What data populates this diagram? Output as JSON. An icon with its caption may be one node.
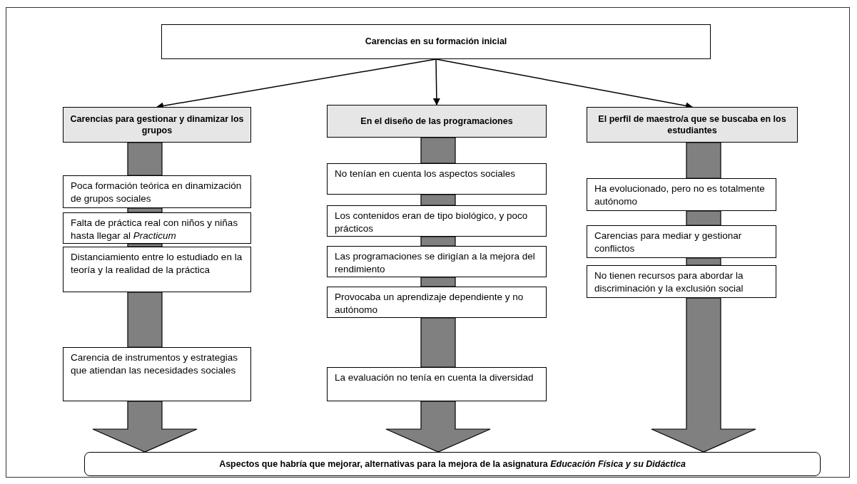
{
  "diagram": {
    "nodes": [
      {
        "text": [
          "Carencias en su formación inicial"
        ]
      },
      {
        "text": [
          "Carencias para gestionar y dinamizar los grupos"
        ]
      },
      {
        "text": [
          "En el diseño de las programaciones"
        ]
      },
      {
        "text": [
          "El perfil de maestro/a que se buscaba en los estudiantes"
        ]
      },
      {
        "text": [
          "Poca formación teórica en dinamización de grupos sociales"
        ]
      },
      {
        "text": [
          "Falta de práctica real con niños y niñas hasta llegar al *Practicum*"
        ]
      },
      {
        "text": [
          "Distanciamiento entre lo estudiado en la teoría y la realidad de la práctica"
        ]
      },
      {
        "text": [
          "Carencia de instrumentos y estrategias que atiendan las necesidades sociales"
        ]
      },
      {
        "text": [
          "No tenían en cuenta los aspectos sociales"
        ]
      },
      {
        "text": [
          "Los contenidos eran de tipo biológico, y poco prácticos"
        ]
      },
      {
        "text": [
          "Las programaciones se dirigían a la mejora del rendimiento"
        ]
      },
      {
        "text": [
          "Provocaba un aprendizaje dependiente y no autónomo"
        ]
      },
      {
        "text": [
          "La evaluación no tenía en cuenta la diversidad"
        ]
      },
      {
        "text": [
          "Ha evolucionado, pero no es totalmente autónomo"
        ]
      },
      {
        "text": [
          "Carencias para mediar y gestionar conflictos"
        ]
      },
      {
        "text": [
          "No tienen recursos para abordar la discriminación y la exclusión social"
        ]
      },
      {
        "text": [
          "Aspectos que habría que mejorar, alternativas para la mejora de la asignatura *Educación Física y su Didáctica*"
        ]
      }
    ],
    "edges": [
      {
        "from": 0,
        "to": 1,
        "arrow": "to"
      },
      {
        "from": 0,
        "to": 2,
        "arrow": "to"
      },
      {
        "from": 0,
        "to": 3,
        "arrow": "to"
      },
      {
        "from": 1,
        "to": 4,
        "arrow": "none",
        "style": "thick",
        "color": "#808080"
      },
      {
        "from": 4,
        "to": 5,
        "arrow": "none",
        "style": "thick",
        "color": "#808080"
      },
      {
        "from": 5,
        "to": 6,
        "arrow": "none",
        "style": "thick",
        "color": "#808080"
      },
      {
        "from": 6,
        "to": 7,
        "arrow": "none",
        "style": "thick",
        "color": "#808080"
      },
      {
        "from": 7,
        "to": 16,
        "arrow": "to",
        "style": "thick",
        "color": "#808080"
      },
      {
        "from": 2,
        "to": 8,
        "arrow": "none",
        "style": "thick",
        "color": "#808080"
      },
      {
        "from": 8,
        "to": 9,
        "arrow": "none",
        "style": "thick",
        "color": "#808080"
      },
      {
        "from": 9,
        "to": 10,
        "arrow": "none",
        "style": "thick",
        "color": "#808080"
      },
      {
        "from": 10,
        "to": 11,
        "arrow": "none",
        "style": "thick",
        "color": "#808080"
      },
      {
        "from": 11,
        "to": 12,
        "arrow": "none",
        "style": "thick",
        "color": "#808080"
      },
      {
        "from": 12,
        "to": 16,
        "arrow": "to",
        "style": "thick",
        "color": "#808080"
      },
      {
        "from": 3,
        "to": 13,
        "arrow": "none",
        "style": "thick",
        "color": "#808080"
      },
      {
        "from": 13,
        "to": 14,
        "arrow": "none",
        "style": "thick",
        "color": "#808080"
      },
      {
        "from": 14,
        "to": 15,
        "arrow": "none",
        "style": "thick",
        "color": "#808080"
      },
      {
        "from": 15,
        "to": 16,
        "arrow": "to",
        "style": "thick",
        "color": "#808080"
      }
    ]
  }
}
